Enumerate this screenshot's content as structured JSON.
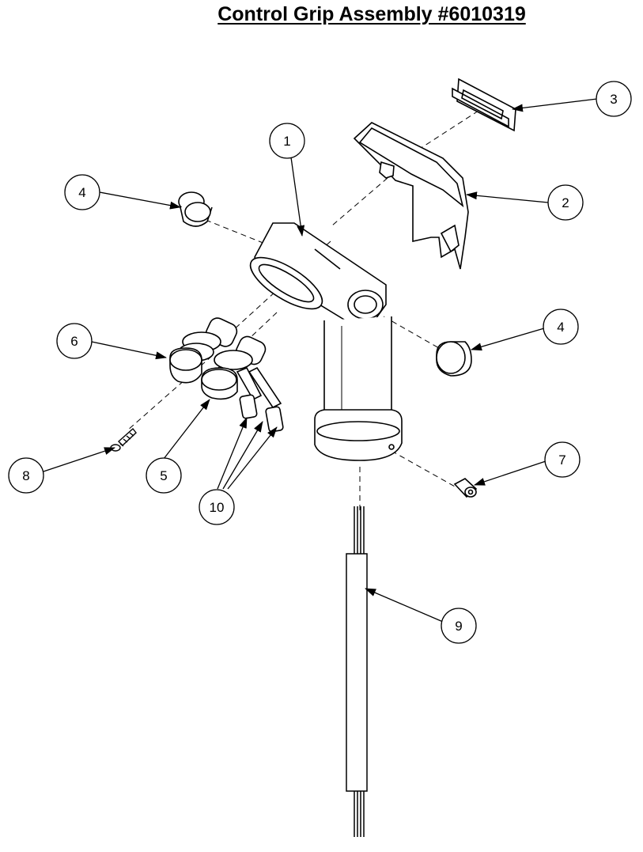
{
  "title": "Control Grip Assembly #6010319",
  "callouts": [
    {
      "id": "c1",
      "label": "1"
    },
    {
      "id": "c2",
      "label": "2"
    },
    {
      "id": "c3",
      "label": "3"
    },
    {
      "id": "c4a",
      "label": "4"
    },
    {
      "id": "c4b",
      "label": "4"
    },
    {
      "id": "c5",
      "label": "5"
    },
    {
      "id": "c6",
      "label": "6"
    },
    {
      "id": "c7",
      "label": "7"
    },
    {
      "id": "c8",
      "label": "8"
    },
    {
      "id": "c9",
      "label": "9"
    },
    {
      "id": "c10",
      "label": "10"
    }
  ]
}
